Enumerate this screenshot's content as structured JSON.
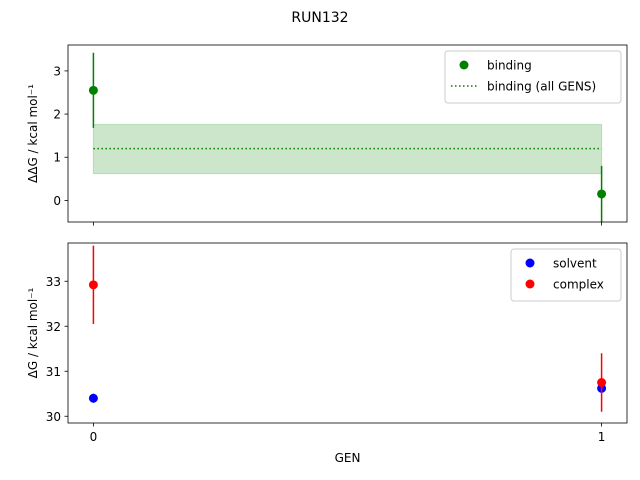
{
  "figure": {
    "title": "RUN132"
  },
  "chart_data": [
    {
      "type": "scatter",
      "title": "",
      "xlabel": "",
      "ylabel": "ΔΔG / kcal mol⁻¹",
      "xlim": [
        -0.05,
        1.05
      ],
      "ylim": [
        -0.5,
        3.6
      ],
      "yticks": [
        0,
        1,
        2,
        3
      ],
      "xticks": [
        0,
        1
      ],
      "series": [
        {
          "name": "binding",
          "kind": "errorbar",
          "color": "#008000",
          "x": [
            0,
            1
          ],
          "y": [
            2.55,
            0.15
          ],
          "yerr": [
            0.87,
            0.65
          ]
        }
      ],
      "band": {
        "name": "binding (all GENS)",
        "color": "#008000",
        "x": [
          0,
          1
        ],
        "y": 1.2,
        "lower": 0.62,
        "upper": 1.76
      },
      "legend": {
        "placement": "upper right",
        "entries": [
          "binding",
          "binding (all GENS)"
        ]
      }
    },
    {
      "type": "scatter",
      "title": "",
      "xlabel": "GEN",
      "ylabel": "ΔG / kcal mol⁻¹",
      "xlim": [
        -0.05,
        1.05
      ],
      "ylim": [
        29.85,
        33.85
      ],
      "yticks": [
        30,
        31,
        32,
        33
      ],
      "xticks": [
        0,
        1
      ],
      "series": [
        {
          "name": "solvent",
          "color": "#0000ff",
          "x": [
            0,
            1
          ],
          "y": [
            30.4,
            30.62
          ],
          "yerr": [
            0.1,
            0.07
          ]
        },
        {
          "name": "complex",
          "color": "#ff0000",
          "x": [
            0,
            1
          ],
          "y": [
            32.92,
            30.75
          ],
          "yerr": [
            0.87,
            0.65
          ]
        }
      ],
      "legend": {
        "placement": "upper right",
        "entries": [
          "solvent",
          "complex"
        ]
      }
    }
  ]
}
